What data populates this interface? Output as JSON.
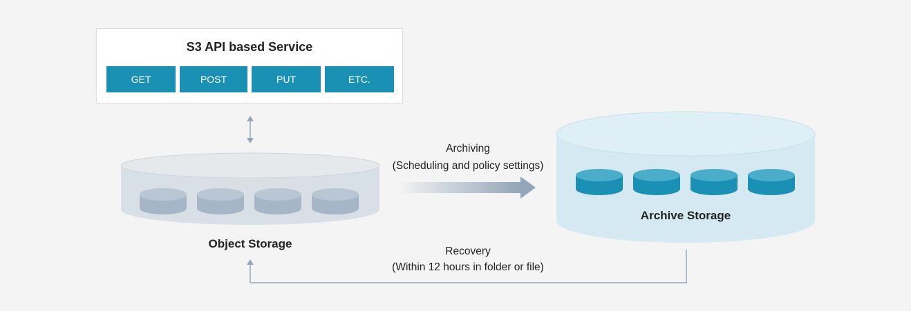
{
  "service": {
    "title": "S3 API based Service",
    "methods": [
      "GET",
      "POST",
      "PUT",
      "ETC."
    ]
  },
  "object_storage": {
    "label": "Object Storage"
  },
  "archive_storage": {
    "label": "Archive Storage"
  },
  "archiving": {
    "line1": "Archiving",
    "line2": "(Scheduling and policy settings)"
  },
  "recovery": {
    "line1": "Recovery",
    "line2": "(Within 12 hours in folder or file)"
  },
  "colors": {
    "background": "#f4f4f4",
    "method_button": "#1a90b4",
    "object_disk": "#a7b6c6",
    "archive_cylinder": "#d4e9f1",
    "archive_disk": "#1a90b4",
    "connector": "#93a5b8"
  }
}
